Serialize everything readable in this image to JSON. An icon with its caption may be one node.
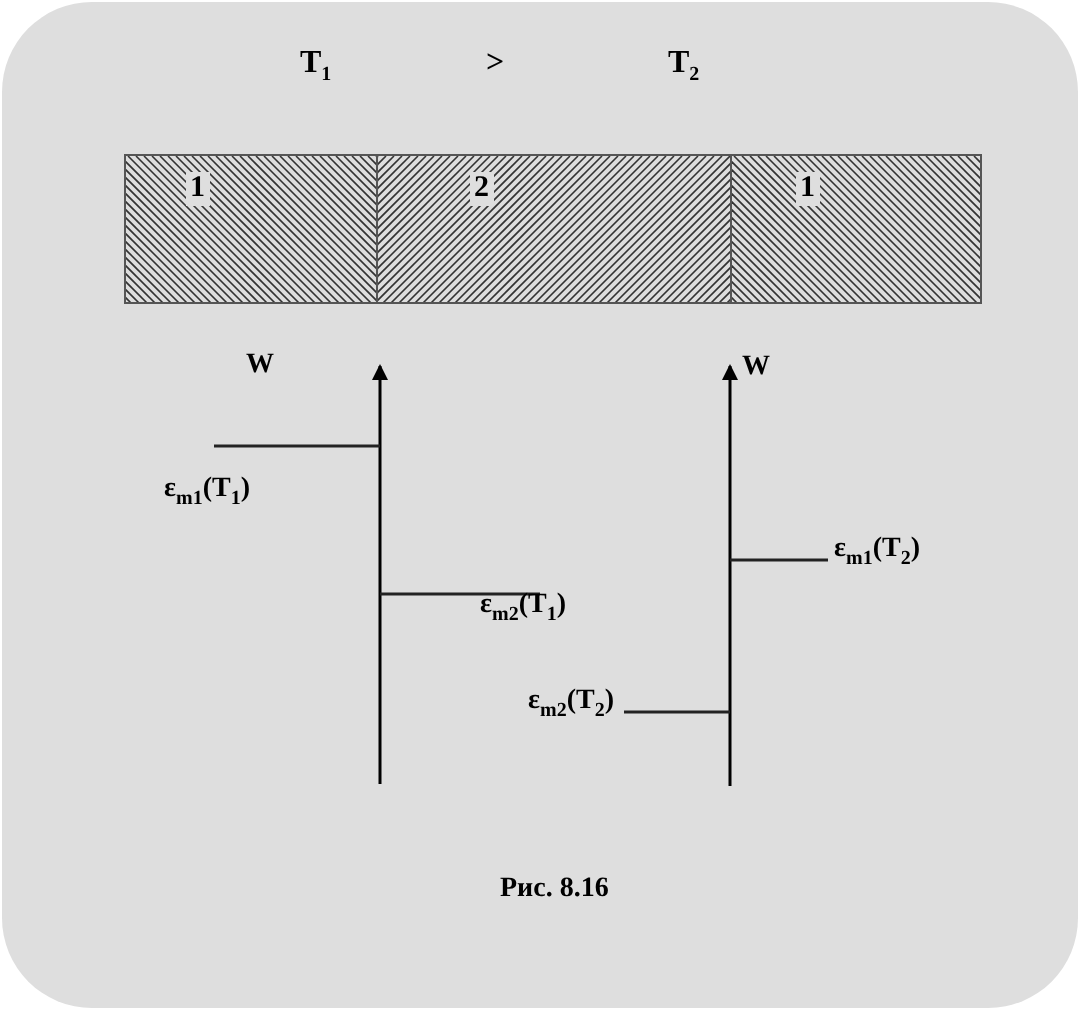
{
  "diagram": {
    "caption": "Рис. 8.16",
    "nodes": [
      {
        "text": [
          "1"
        ]
      },
      {
        "text": [
          "2"
        ]
      },
      {
        "text": [
          "1"
        ]
      }
    ],
    "edges": [],
    "labels": [
      "T$_{1}$",
      ">",
      "T$_{2}$",
      "W",
      "W",
      "ε$_{m1}$(T$_{1}$)",
      "ε$_{m1}$(T$_{2}$)",
      "ε$_{m2}$(T$_{1}$)",
      "ε$_{m2}$(T$_{2}$)"
    ]
  }
}
